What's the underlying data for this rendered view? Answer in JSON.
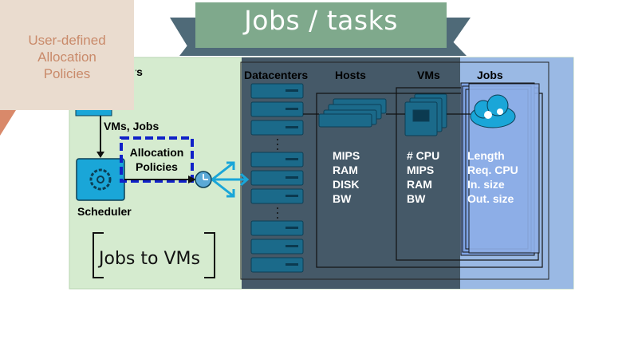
{
  "title": "Jobs / tasks",
  "callout": {
    "lines": [
      "User-defined",
      "Allocation",
      "Policies"
    ]
  },
  "left": {
    "users_label": "Users",
    "vms_jobs_label": "VMs, Jobs",
    "allocation_lines": [
      "Allocation",
      "Policies"
    ],
    "scheduler_label": "Scheduler",
    "jobs_to_vms": "Jobs to VMs"
  },
  "columns": {
    "datacenters": "Datacenters",
    "hosts": "Hosts",
    "vms": "VMs",
    "jobs": "Jobs"
  },
  "host_attrs": [
    "MIPS",
    "RAM",
    "DISK",
    "BW"
  ],
  "vm_attrs": [
    "# CPU",
    "MIPS",
    "RAM",
    "BW"
  ],
  "job_attrs": [
    "Length",
    "Req. CPU",
    "In. size",
    "Out. size"
  ],
  "colors": {
    "banner": "#7fa98c",
    "callout_bg": "#eadccf",
    "callout_text": "#c98a6a",
    "panel_green": "#d5ebcf",
    "dark_overlay": "#3a4d60",
    "server_blue": "#1b6a8a",
    "icon_cyan": "#1aa6d8",
    "policy_dash": "#1021c8",
    "jobs_blue": "#8fb0e8"
  }
}
